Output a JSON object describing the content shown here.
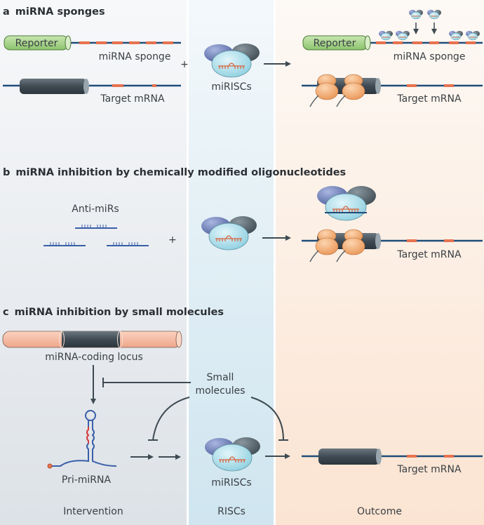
{
  "columns": {
    "intervention": "Intervention",
    "riscs": "RISCs",
    "outcome": "Outcome"
  },
  "colors": {
    "intervention_bg": "#e4e8ec",
    "riscs_bg": "#d5e9f1",
    "outcome_bg": "#fce9da",
    "rna_line": "#1f4d7a",
    "site": "#e8734f",
    "reporter": "#a9d48f",
    "cylinder": "#454f58",
    "ribosome": "#f4b27a",
    "risc_center": "#aee0ec"
  },
  "panels": {
    "a": {
      "letter": "a",
      "title": "miRNA sponges",
      "reporter": "Reporter",
      "sponge": "miRNA sponge",
      "target": "Target mRNA",
      "miriscs": "miRISCs",
      "plus": "+",
      "reporter_out": "Reporter",
      "sponge_out": "miRNA sponge",
      "target_out": "Target mRNA"
    },
    "b": {
      "letter": "b",
      "title": "miRNA inhibition by chemically modified oligonucleotides",
      "antimirs": "Anti-miRs",
      "plus": "+",
      "target_out": "Target mRNA"
    },
    "c": {
      "letter": "c",
      "title": "miRNA inhibition by small molecules",
      "locus": "miRNA-coding locus",
      "small_molecules_1": "Small",
      "small_molecules_2": "molecules",
      "pri": "Pri-miRNA",
      "miriscs": "miRISCs",
      "target_out": "Target mRNA"
    }
  }
}
